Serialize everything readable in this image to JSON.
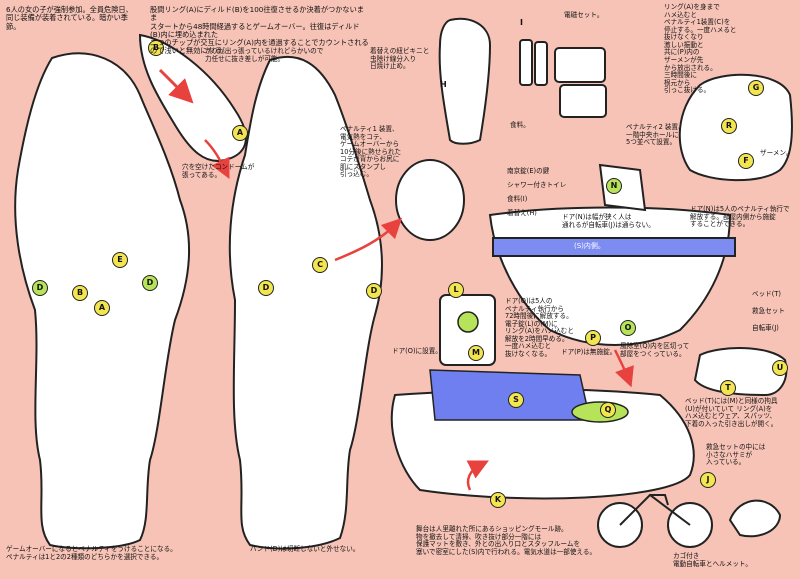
{
  "notes": {
    "top_left": "6人の女の子が強制参加。全員危険日、\n同じ装備が装着されている。暗かい季節。",
    "ring": "股間リング(A)にディルド(B)を100往復させるか決着がつかないまま\nスタートから48時間経過するとゲームオーバー。往復はディルド(B)内に埋め込まれた\n二つのチップが交互にリング(A)内を通過することでカウントされるので浅いと無効になる。",
    "grip": "かりが出っ張っているけれどらかいので\n力任せに抜き差しが可能。",
    "condom": "穴を空けたコンドームが\n張ってある。",
    "penalty1": "ペナルティ1 装置、\n電気熱をコテ、\nゲームオーバーから\n10分後に熱せられた\nコテが背からお尻に\n肌にスタンプし\n引っ込む。",
    "clothes": "着替えの紐ビキニと\n虫除け線分入り\n日焼け止め。",
    "meal": "食料。",
    "microwave": "電磁セット。",
    "penalty2_top": "リング(A)を身まで\nハメ込むと\nペナルティ1装置(C)を\n停止する。一度ハメると\n抜けなくなり\n激しい振動と\n共に(P)内の\nザーメンが先\nから放出される。\n三時間後に\n根元から\n引っこ抜ける。",
    "penalty2_bottom": "ペナルティ2 装置、\n一階中央ホールに\n5つ並べて設置。",
    "semen": "ザーメン。",
    "key_note": "ドア(N)は幅が狭く人は\n通れるが自転車(J)は通らない。",
    "door_n": "ドア(N)は5人のペナルティ執行で\n解放する。部屋内側から施錠\nすることができる。",
    "door_o": "ドア(O)は5人の\nペナルティ執行から\n72時間後に解放する。\n電子錠(L)の(M)に\nリング(A)をハメ込むと\n解放を2時間早める。\n一度ハメ込むと\n抜けなくなる。",
    "door_o_set": "ドア(O)に設置。",
    "door_p": "ドア(P)は無施錠。",
    "wind": "風除室(Q)内を区切って\n部屋をつくっている。",
    "bed": "ベッド(T)には(M)と同様の拘具\n(U)が付いていて リング(A)を\nハメ込むとウェア、スパッツ、\n下着の入った引き出しが開く。",
    "repair": "救急セットの中には\n小さなハサミが\n入っている。",
    "mall": "舞台は人里離れた所にあるショッピングモール跡。\n物を撤去して清掃、吹き抜け部分一階には\n保護マットを敷き、外との出入り口とスタッフルームを\n塞いで密室にした(S)内で行われる。電気水道は一部使える。",
    "bike": "カゴ付き\n電動自転車とヘルメット。",
    "bottom_left": "ゲームオーバーになるとペナルティをうけることになる。\nペナルティは1と2の2種類のどちらかを選択できる。",
    "band": "バンド(D)は切断しないと外せない。"
  },
  "legend_top": {
    "items": [
      "南京錠(E)の鍵",
      "シャワー付きトイレ",
      "食料(I)",
      "着替え(H)"
    ]
  },
  "legend_right": {
    "items": [
      "ベッド(T)",
      "救急セット",
      "自転車(J)"
    ]
  },
  "floor_strip_label": "(S)内側。",
  "markers": {
    "A": "A",
    "B": "B",
    "C": "C",
    "D": "D",
    "E": "E",
    "F": "F",
    "G": "G",
    "H": "H",
    "I": "I",
    "J": "J",
    "K": "K",
    "L": "L",
    "M": "M",
    "N": "N",
    "O": "O",
    "P": "P",
    "Q": "Q",
    "R": "R",
    "S": "S",
    "T": "T",
    "U": "U"
  },
  "colors": {
    "background": "#f6c3b6",
    "marker_yellow": "#f2e54f",
    "marker_green": "#b6e35a",
    "strip_blue": "#7d8cf0",
    "arrow_red": "#e8423f"
  }
}
